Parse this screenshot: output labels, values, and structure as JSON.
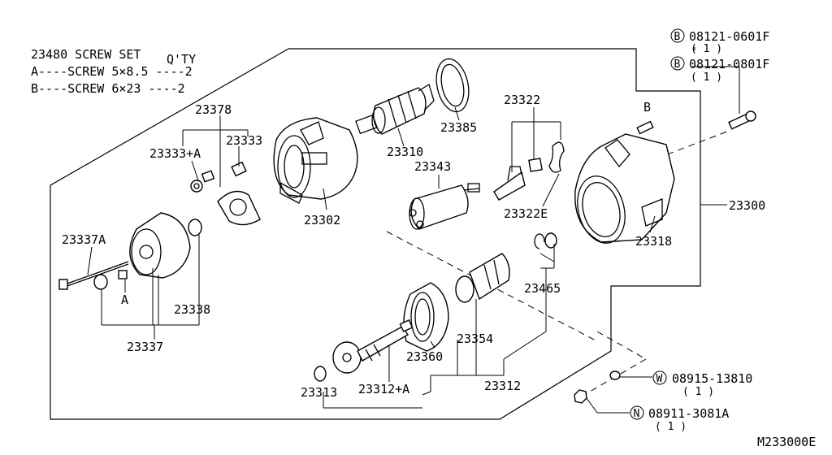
{
  "legend": {
    "title": "23480  SCREW SET",
    "qty_header": "Q'TY",
    "line_a": "A----SCREW 5×8.5 ----2",
    "line_b": "B----SCREW 6×23  ----2"
  },
  "parts": {
    "p23378": "23378",
    "p23333a": "23333+A",
    "p23333": "23333",
    "p23302": "23302",
    "p23310": "23310",
    "p23385": "23385",
    "p23343": "23343",
    "p23322": "23322",
    "p23322e": "23322E",
    "p23300": "23300",
    "p23318": "23318",
    "p23337a": "23337A",
    "p23338": "23338",
    "p23337": "23337",
    "p23465": "23465",
    "p23354": "23354",
    "p23360": "23360",
    "p23312": "23312",
    "p23312a": "23312+A",
    "p23313": "23313",
    "screw_a_mark": "A",
    "screw_b_mark": "B"
  },
  "fasteners": {
    "b1_code": "B",
    "b1_part": "08121-0601F",
    "b1_qty": "( 1 )",
    "b2_code": "B",
    "b2_part": "08121-0801F",
    "b2_qty": "( 1 )",
    "w_code": "W",
    "w_part": "08915-13810",
    "w_qty": "( 1 )",
    "n_code": "N",
    "n_part": "08911-3081A",
    "n_qty": "( 1 )"
  },
  "figure_code": "M233000E"
}
